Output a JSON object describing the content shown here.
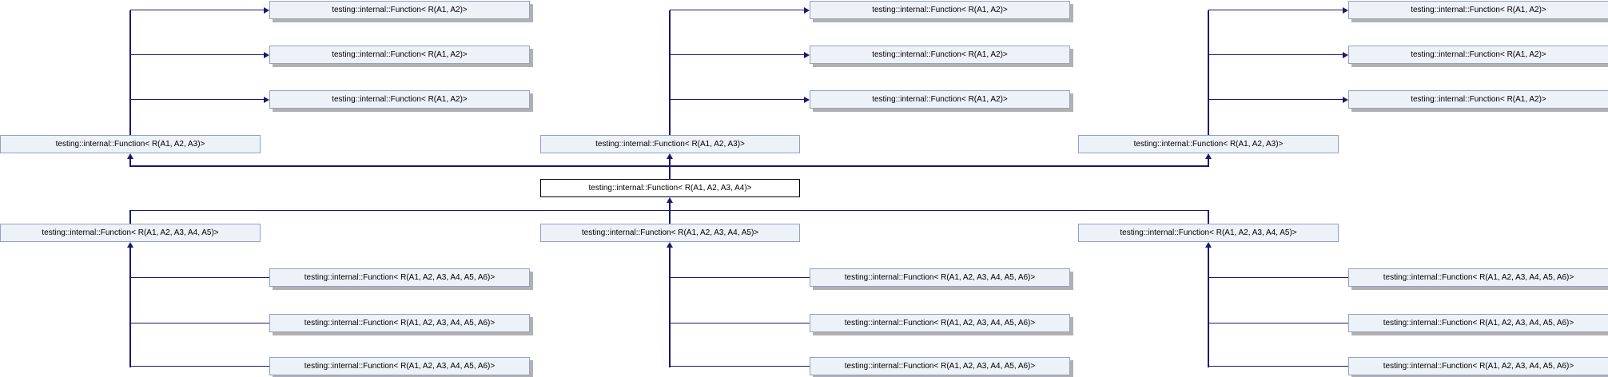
{
  "diagram": {
    "type": "class-inheritance-graph",
    "labels": {
      "fn2": "testing::internal::Function< R(A1, A2)>",
      "fn3": "testing::internal::Function< R(A1, A2, A3)>",
      "fn4": "testing::internal::Function< R(A1, A2, A3, A4)>",
      "fn5": "testing::internal::Function< R(A1, A2, A3, A4, A5)>",
      "fn6": "testing::internal::Function< R(A1, A2, A3, A4, A5, A6)>"
    },
    "colors": {
      "background": "#ffffff",
      "node_fill": "#edf1f8",
      "node_border": "#95a0c2",
      "node_shadow": "#b1b1b1",
      "current_node_fill": "#ffffff",
      "current_node_border": "#000000",
      "edge": "#191970",
      "text": "#000000"
    }
  }
}
